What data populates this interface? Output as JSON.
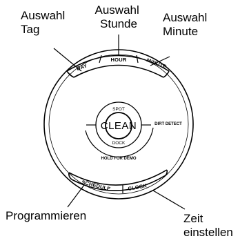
{
  "callouts": {
    "day": [
      "Auswahl",
      "Tag"
    ],
    "hour": [
      "Auswahl",
      "Stunde"
    ],
    "minute": [
      "Auswahl",
      "Minute"
    ],
    "schedule": [
      "Programmieren"
    ],
    "clock": [
      "Zeit",
      "einstellen"
    ]
  },
  "buttons": {
    "day": "DAY",
    "hour": "HOUR",
    "minute": "MINUTE",
    "schedule": "SCHEDULE",
    "clock": "CLOCK",
    "clean": "CLEAN",
    "spot": "SPOT",
    "dock": "DOCK",
    "hold_for_demo": "HOLD FOR DEMO",
    "dirt_detect": "DIRT DETECT"
  }
}
